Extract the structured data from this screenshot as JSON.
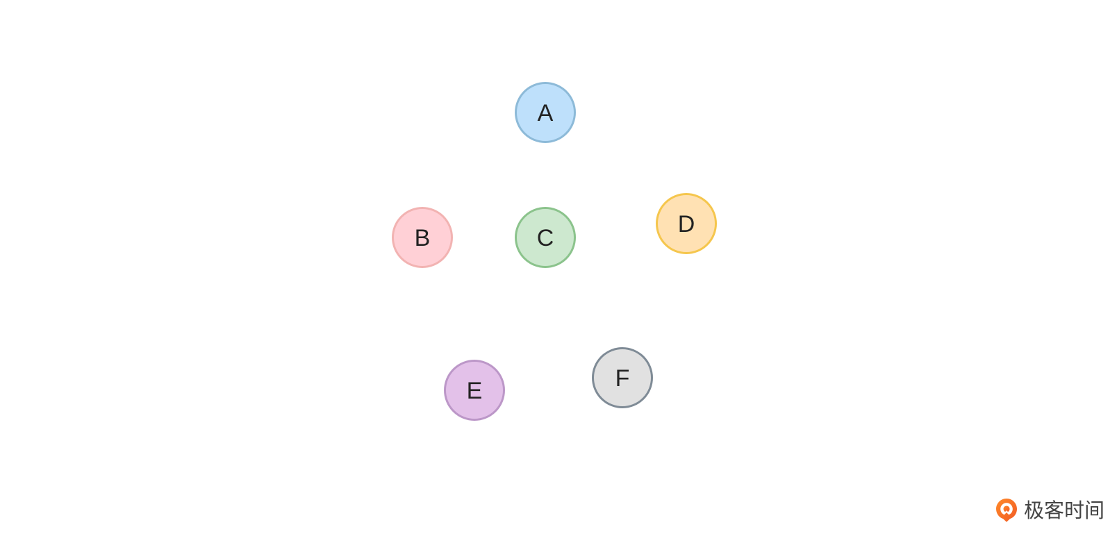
{
  "diagram": {
    "nodes": [
      {
        "id": "a",
        "label": "A",
        "fill": "#BEE0FB",
        "stroke": "#8DBAD8"
      },
      {
        "id": "b",
        "label": "B",
        "fill": "#FFD0D6",
        "stroke": "#F2B3B2"
      },
      {
        "id": "c",
        "label": "C",
        "fill": "#CDE8CF",
        "stroke": "#8BC38C"
      },
      {
        "id": "d",
        "label": "D",
        "fill": "#FFE1B3",
        "stroke": "#F5C64D"
      },
      {
        "id": "e",
        "label": "E",
        "fill": "#E3C1E9",
        "stroke": "#BC97C8"
      },
      {
        "id": "f",
        "label": "F",
        "fill": "#E1E1E1",
        "stroke": "#7F8B96"
      }
    ]
  },
  "brand": {
    "name": "极客时间",
    "logo_icon": "geektime-logo-icon",
    "logo_color": "#F26C22"
  }
}
